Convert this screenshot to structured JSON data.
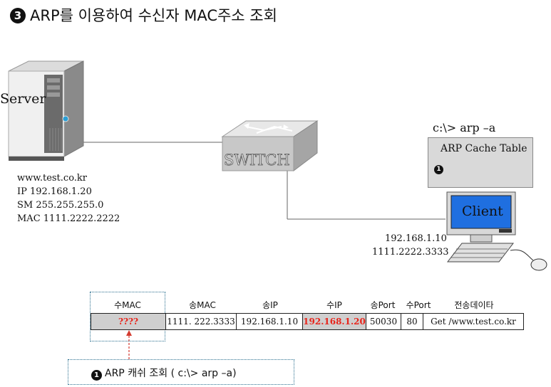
{
  "title": {
    "number": "3",
    "text": "ARP를 이용하여 수신자 MAC주소 조회"
  },
  "server": {
    "label": "Server",
    "info": [
      "www.test.co.kr",
      "IP 192.168.1.20",
      "SM 255.255.255.0",
      "MAC 1111.2222.2222"
    ]
  },
  "switch": {
    "label": "SWITCH"
  },
  "client": {
    "label": "Client",
    "ip": "192.168.1.10",
    "mac": "1111.2222.3333",
    "command": "c:\\> arp –a",
    "cache_title": "ARP Cache Table",
    "cache_marker": "1"
  },
  "frame": {
    "headers": [
      "수MAC",
      "송MAC",
      "송IP",
      "수IP",
      "송Port",
      "수Port",
      "전송데이타"
    ],
    "cells": [
      "????",
      "1111. 222.3333",
      "192.168.1.10",
      "192.168.1.20",
      "50030",
      "80",
      "Get /www.test.co.kr"
    ],
    "unknown_cell_bg": "#cfcfcf",
    "highlight_color": "#e8241b",
    "highlight_bg": "#cfcfcf"
  },
  "note": {
    "marker": "1",
    "text": "ARP 캐쉬 조회 ( c:\\> arp –a)"
  },
  "colors": {
    "line": "#555555",
    "monitor_screen": "#1f6fe0",
    "dotted_border": "#2a6f8f"
  }
}
